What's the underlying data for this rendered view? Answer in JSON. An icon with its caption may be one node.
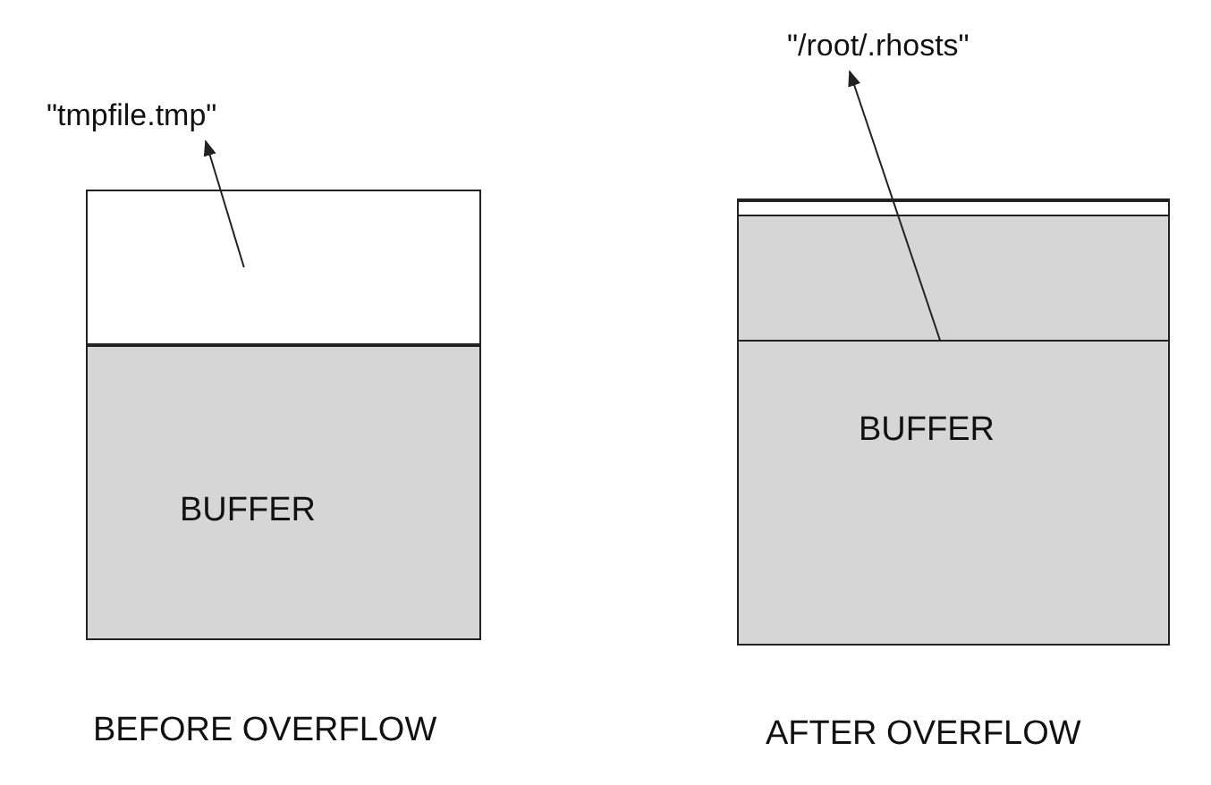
{
  "diagram": {
    "nodes": [
      {
        "text": [
          "\"tmpfile.tmp\""
        ]
      },
      {
        "text": [],
        "shape": "box"
      },
      {
        "text": [
          "BUFFER"
        ]
      },
      {
        "text": [
          "\"/root/.rhosts\""
        ]
      },
      {
        "text": [],
        "shape": "box"
      },
      {
        "text": [],
        "shape": "box"
      },
      {
        "text": [
          "BUFFER"
        ]
      }
    ],
    "edges": [
      {
        "from": 1,
        "to": 0,
        "arrow": "to"
      },
      {
        "from": 5,
        "to": 3,
        "arrow": "to"
      }
    ],
    "labels": [
      "BEFORE OVERFLOW",
      "AFTER OVERFLOW"
    ]
  }
}
